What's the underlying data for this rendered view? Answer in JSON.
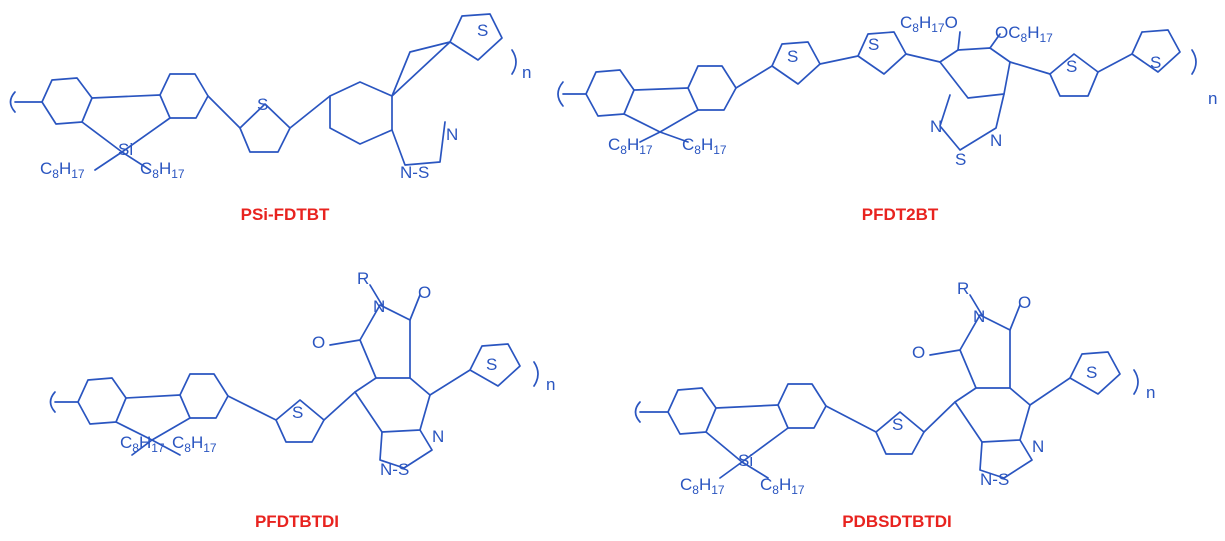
{
  "colors": {
    "structure": "#2a55c0",
    "compound_name": "#e8231f",
    "background": "#ffffff"
  },
  "compounds": [
    {
      "name": "PSi-FDTBT",
      "labels": {
        "repeat": "n",
        "silicon": "Si",
        "alkyl_a": "C8H17",
        "alkyl_b": "C8H17",
        "thiophene_a": "S",
        "thiophene_b": "S",
        "btd_n1": "N",
        "btd_s": "N-S",
        "btd_n2": "N"
      }
    },
    {
      "name": "PFDT2BT",
      "labels": {
        "repeat": "n",
        "alkyl_a": "C8H17",
        "alkyl_b": "C8H17",
        "alkoxy_a": "C8H17O",
        "alkoxy_b": "OC8H17",
        "thiophene_a": "S",
        "thiophene_b": "S",
        "thiophene_c": "S",
        "thiophene_d": "S",
        "btd_n1": "N",
        "btd_s": "S",
        "btd_n2": "N"
      }
    },
    {
      "name": "PFDTBTDI",
      "labels": {
        "repeat": "n",
        "alkyl_a": "C8H17",
        "alkyl_b": "C8H17",
        "imide_r": "R",
        "imide_n": "N",
        "carbonyl_a": "O",
        "carbonyl_b": "O",
        "thiophene_a": "S",
        "thiophene_b": "S",
        "btd_n1": "N",
        "btd_s": "N-S",
        "btd_n2": "N"
      }
    },
    {
      "name": "PDBSDTBTDI",
      "labels": {
        "repeat": "n",
        "silicon": "Si",
        "alkyl_a": "C8H17",
        "alkyl_b": "C8H17",
        "imide_r": "R",
        "imide_n": "N",
        "carbonyl_a": "O",
        "carbonyl_b": "O",
        "thiophene_a": "S",
        "thiophene_b": "S",
        "btd_n1": "N",
        "btd_s": "N-S",
        "btd_n2": "N"
      }
    }
  ]
}
